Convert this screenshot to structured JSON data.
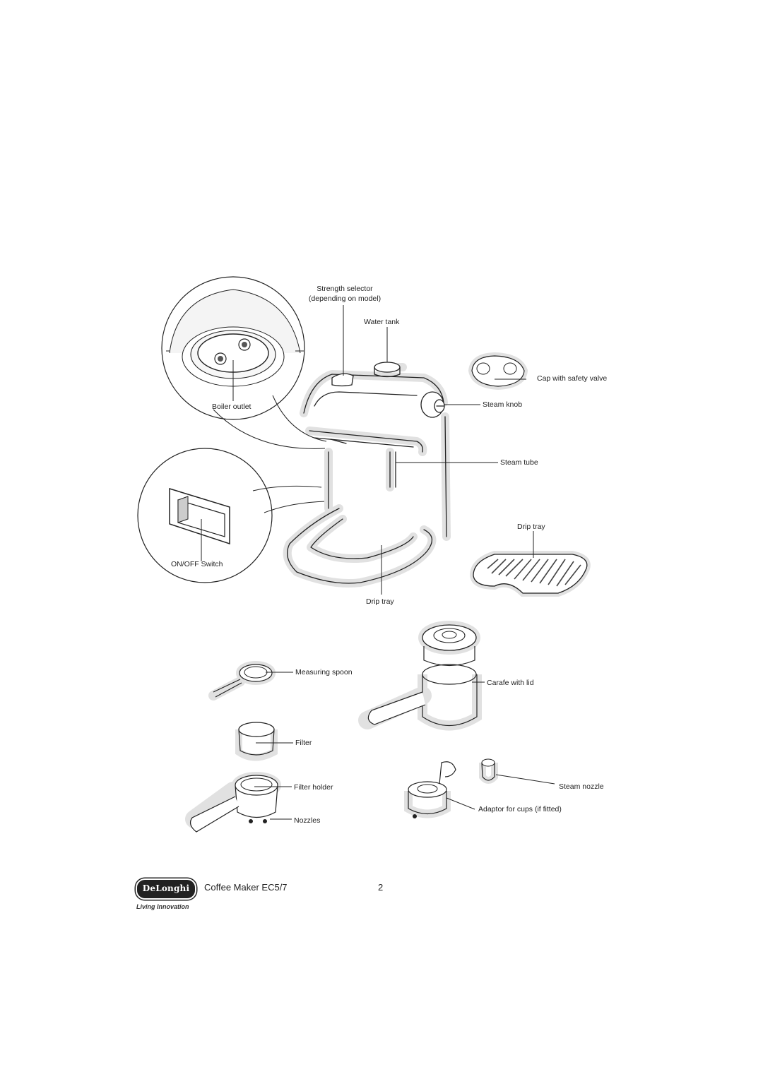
{
  "labels": {
    "strength_selector": "Strength selector",
    "depending_on_model": "(depending on model)",
    "water_tank": "Water tank",
    "cap_with_safety_valve": "Cap with safety valve",
    "boiler_outlet": "Boiler outlet",
    "steam_knob": "Steam knob",
    "steam_tube": "Steam tube",
    "drip_tray_right": "Drip tray",
    "on_off_switch": "ON/OFF Switch",
    "drip_tray_bottom": "Drip tray",
    "measuring_spoon": "Measuring spoon",
    "carafe_with_lid": "Carafe with lid",
    "filter": "Filter",
    "filter_holder": "Filter holder",
    "steam_nozzle": "Steam nozzle",
    "nozzles": "Nozzles",
    "adaptor_for_cups": "Adaptor for cups (if fitted)"
  },
  "footer": {
    "brand": "DeLonghi",
    "tagline": "Living Innovation",
    "title": "Coffee Maker EC5/7",
    "page_number": "2"
  },
  "colors": {
    "line": "#222222",
    "halo": "#e3e3e3",
    "brand_bg": "#222222"
  }
}
